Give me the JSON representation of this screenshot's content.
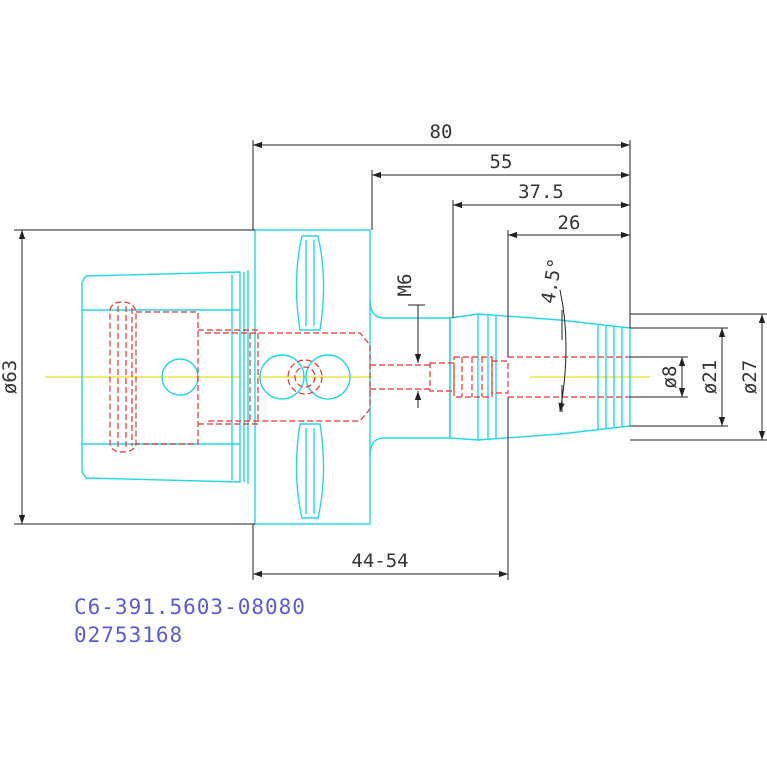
{
  "colors": {
    "outline": "#22d8e6",
    "hidden": "#e8322d",
    "centerline": "#e8e020",
    "dimension": "#222222",
    "label": "#5b5bd6"
  },
  "dimensions": {
    "overall_length": "80",
    "len_55": "55",
    "len_37_5": "37.5",
    "len_26": "26",
    "taper_angle": "4.5°",
    "thread": "M6",
    "dia_63": "ø63",
    "dia_8": "ø8",
    "dia_21": "ø21",
    "dia_27": "ø27",
    "range_44_54": "44-54"
  },
  "labels": {
    "part_number": "C6-391.5603-08080",
    "item_code": "02753168"
  }
}
